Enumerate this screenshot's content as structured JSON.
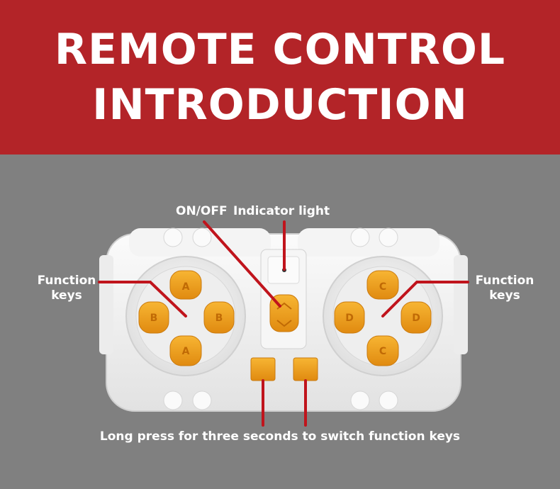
{
  "header": {
    "title_line1": "REMOTE CONTROL",
    "title_line2": "INTRODUCTION"
  },
  "labels": {
    "on_off": "ON/OFF",
    "indicator_light": "Indicator light",
    "function_keys_left_line1": "Function",
    "function_keys_left_line2": "keys",
    "function_keys_right_line1": "Function",
    "function_keys_right_line2": "keys",
    "long_press": "Long press for three seconds to switch function keys"
  },
  "remote": {
    "left_pad_keys": {
      "top": "A",
      "left": "B",
      "right": "B",
      "bottom": "A"
    },
    "right_pad_keys": {
      "top": "C",
      "left": "D",
      "right": "D",
      "bottom": "C"
    }
  },
  "colors": {
    "header_red": "#b32428",
    "background_gray": "#808080",
    "callout_red": "#c0141c",
    "key_orange": "#f0a020",
    "remote_white": "#f2f2f2"
  }
}
